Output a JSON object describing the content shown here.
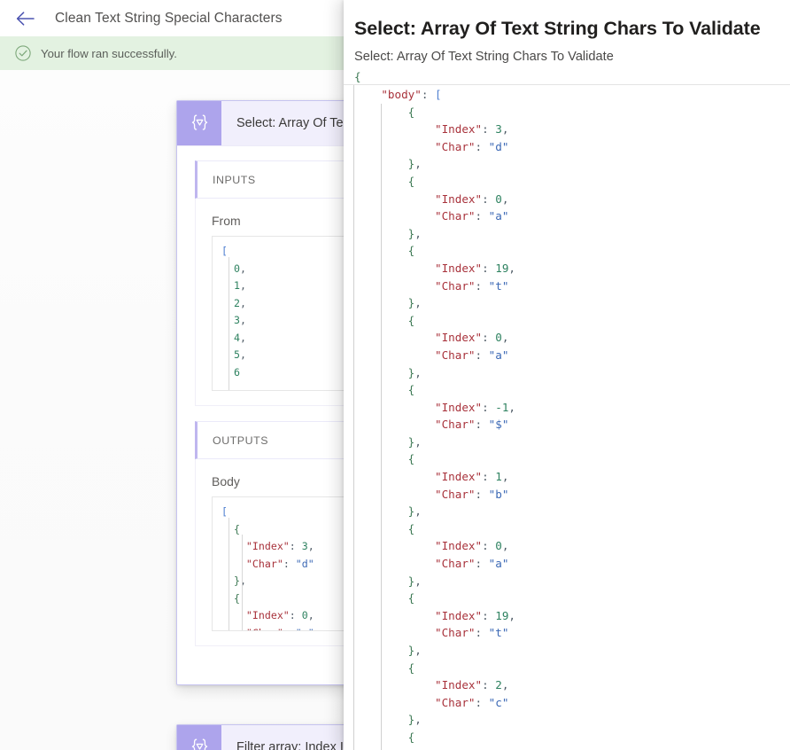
{
  "header": {
    "back_icon": "back-arrow-icon",
    "flow_title": "Clean Text String Special Characters"
  },
  "banner": {
    "icon": "success-check-circle-icon",
    "message": "Your flow ran successfully.",
    "color": "#e3f2e1"
  },
  "action_card": {
    "icon": "select-data-operation-icon",
    "title": "Select: Array Of Te",
    "inputs": {
      "section_label": "INPUTS",
      "field_label": "From",
      "value_lines": [
        "[",
        "0,",
        "1,",
        "2,",
        "3,",
        "4,",
        "5,",
        "6"
      ]
    },
    "outputs": {
      "section_label": "OUTPUTS",
      "field_label": "Body"
    }
  },
  "second_card": {
    "icon": "filter-array-icon",
    "title": "Filter array: Index I"
  },
  "panel": {
    "title": "Select: Array Of Text String Chars To Validate",
    "subtitle": "Select: Array Of Text String Chars To Validate",
    "first_line": "{",
    "root_key": "body"
  },
  "colors": {
    "accent_purple": "#ada4ec",
    "card_border": "#c6c3f0",
    "section_accent": "#bfb6ef",
    "success_green": "#e3f2e1",
    "json_key": "#a8323b",
    "json_number": "#2e8260",
    "json_string": "#3b68b5",
    "json_brace": "#3e7a55",
    "json_bracket": "#4f7fd0"
  },
  "json_data": {
    "root": "body",
    "items": [
      {
        "Index": 3,
        "Char": "d"
      },
      {
        "Index": 0,
        "Char": "a"
      },
      {
        "Index": 19,
        "Char": "t"
      },
      {
        "Index": 0,
        "Char": "a"
      },
      {
        "Index": -1,
        "Char": "$"
      },
      {
        "Index": 1,
        "Char": "b"
      },
      {
        "Index": 0,
        "Char": "a"
      },
      {
        "Index": 19,
        "Char": "t"
      },
      {
        "Index": 2,
        "Char": "c"
      }
    ],
    "keys": {
      "index": "Index",
      "char": "Char"
    },
    "truncated_trailing_brace": "{"
  },
  "card_body_preview": {
    "items": [
      {
        "Index": 3,
        "Char": "d"
      },
      {
        "Index": 0,
        "Char": "a"
      }
    ]
  }
}
